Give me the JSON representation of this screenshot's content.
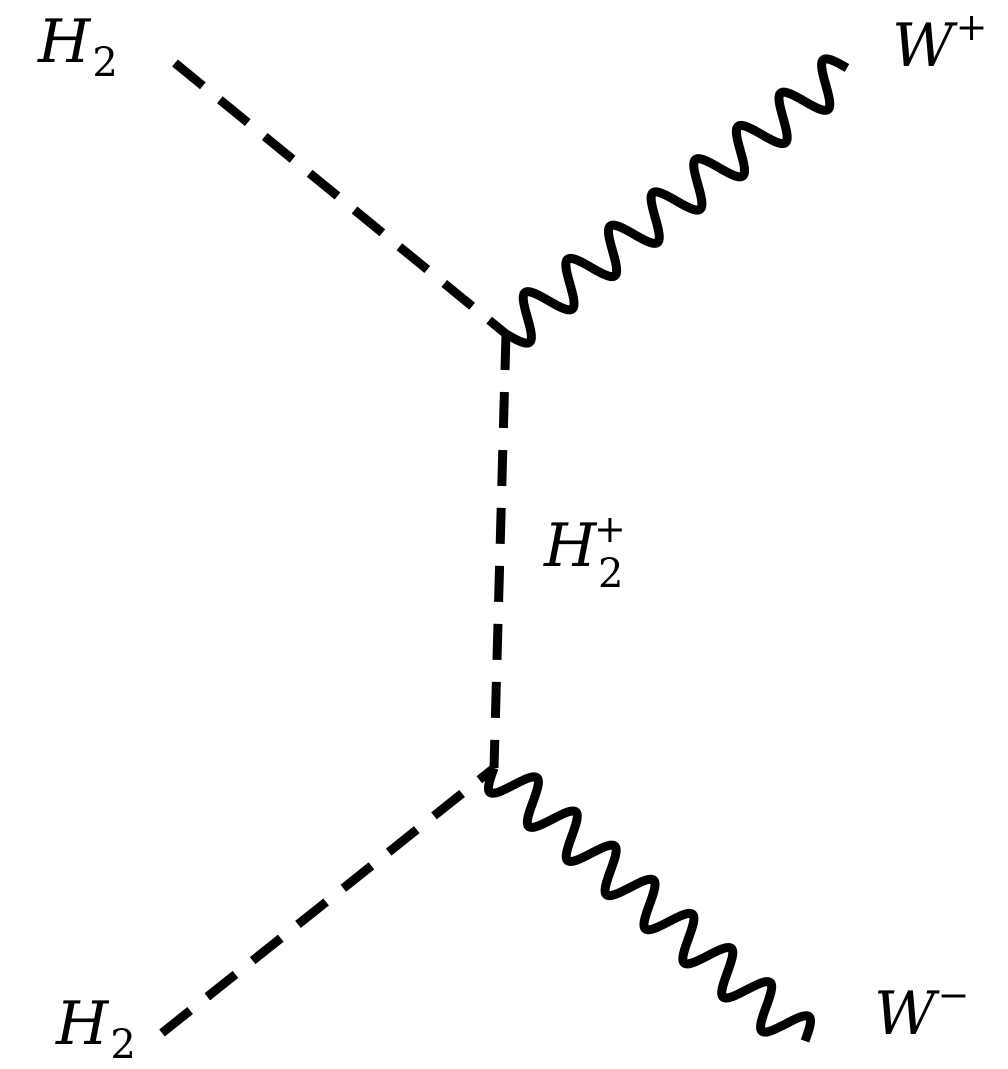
{
  "diagram": {
    "type": "feynman",
    "labels": {
      "h2_top": {
        "symbol": "H",
        "sub": "2"
      },
      "w_plus": {
        "symbol": "W",
        "sup": "+"
      },
      "h2_plus": {
        "symbol": "H",
        "sub": "2",
        "sup": "+"
      },
      "h2_bottom": {
        "symbol": "H",
        "sub": "2"
      },
      "w_minus": {
        "symbol": "W",
        "sup": "−"
      }
    },
    "propagators": [
      {
        "from": "h2_top",
        "to": "vertex_top",
        "style": "dashed"
      },
      {
        "from": "vertex_top",
        "to": "w_plus",
        "style": "wavy"
      },
      {
        "from": "vertex_top",
        "to": "vertex_bottom",
        "style": "dashed"
      },
      {
        "from": "h2_bottom",
        "to": "vertex_bottom",
        "style": "dashed"
      },
      {
        "from": "vertex_bottom",
        "to": "w_minus",
        "style": "wavy"
      }
    ]
  }
}
